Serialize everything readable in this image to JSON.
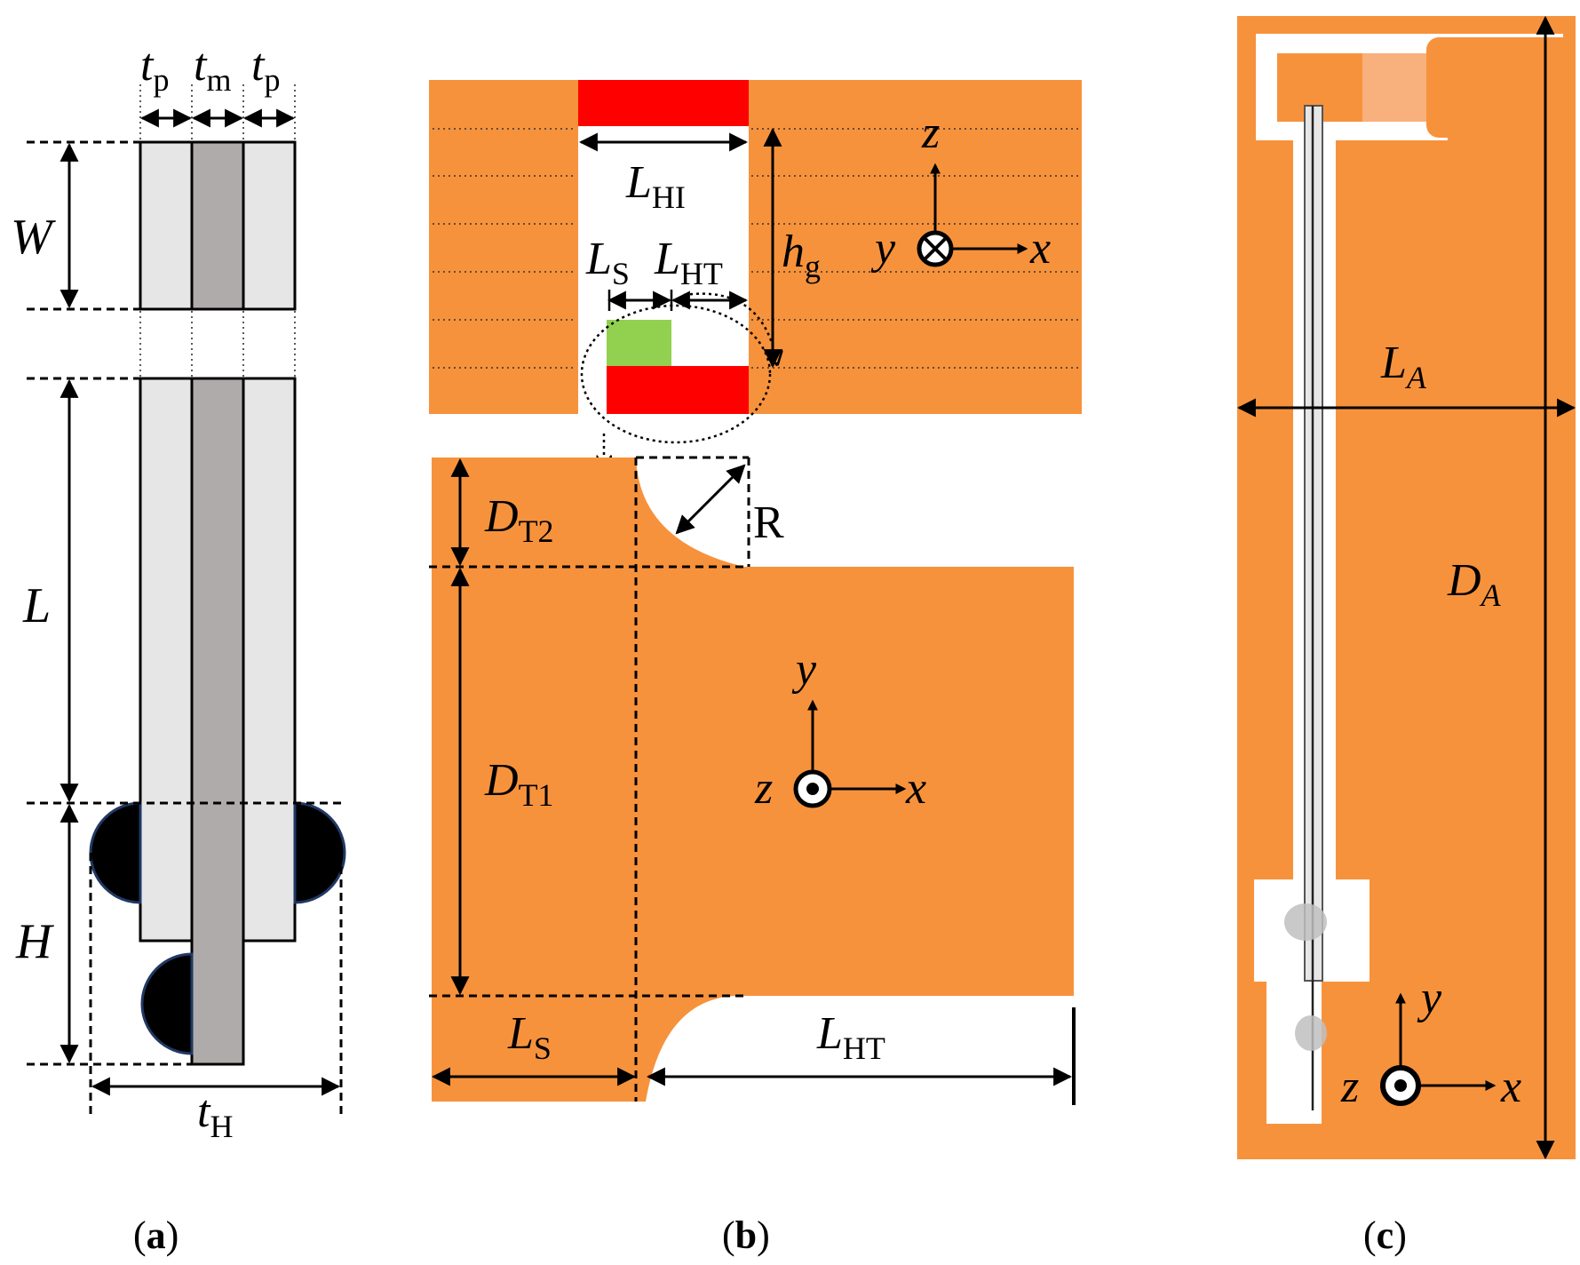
{
  "colors": {
    "orange": "#F7923C",
    "red": "#FF0000",
    "green": "#92D050",
    "light_gray": "#E6E6E6",
    "mid_gray": "#AFABAB",
    "dark": "#000000"
  },
  "panel_a": {
    "labels": {
      "tp": "t",
      "tp_sub": "p",
      "tm": "t",
      "tm_sub": "m",
      "W": "W",
      "L": "L",
      "H": "H",
      "tH": "t",
      "tH_sub": "H"
    },
    "caption": {
      "open": "(",
      "letter": "a",
      "close": ")"
    }
  },
  "panel_b": {
    "labels": {
      "LHI": "L",
      "LHI_sub": "HI",
      "hg": "h",
      "hg_sub": "g",
      "LS": "L",
      "LS_sub": "S",
      "LHT": "L",
      "LHT_sub": "HT",
      "DT2": "D",
      "DT2_sub": "T2",
      "R": "R",
      "DT1": "D",
      "DT1_sub": "T1",
      "axis_top": {
        "z": "z",
        "y": "y",
        "x": "x"
      },
      "axis_bottom": {
        "y": "y",
        "z": "z",
        "x": "x"
      }
    },
    "caption": {
      "open": "(",
      "letter": "b",
      "close": ")"
    }
  },
  "panel_c": {
    "labels": {
      "LA": "L",
      "LA_sub": "A",
      "DA": "D",
      "DA_sub": "A",
      "axis": {
        "y": "y",
        "z": "z",
        "x": "x"
      }
    },
    "caption": {
      "open": "(",
      "letter": "c",
      "close": ")"
    }
  }
}
